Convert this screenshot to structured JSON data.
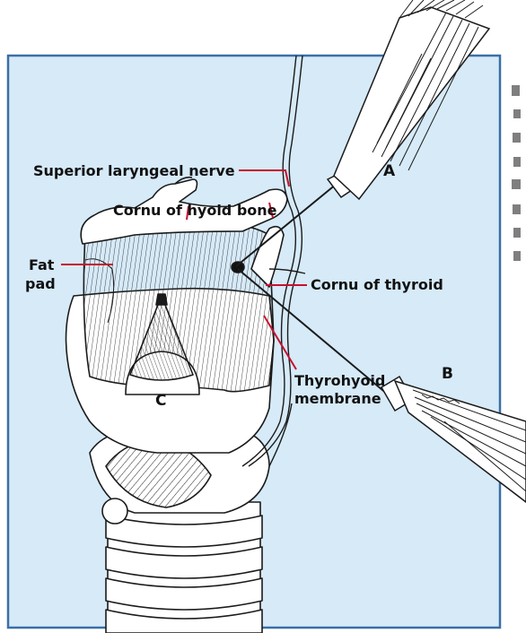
{
  "labels": {
    "superior_laryngeal_nerve": "Superior laryngeal nerve",
    "cornu_hyoid_bone": "Cornu of hyoid bone",
    "fat_pad_line1": "Fat",
    "fat_pad_line2": "pad",
    "cornu_thyroid": "Cornu of thyroid",
    "thyrohyoid_line1": "Thyrohyoid",
    "thyrohyoid_line2": "membrane",
    "needle_a": "A",
    "needle_b": "B",
    "approach_c": "C"
  },
  "colors": {
    "panel_fill": "#d6eaf8",
    "panel_border": "#3a6fa6",
    "leader_line": "#c8102e",
    "drawing_ink": "#1b1b1b"
  },
  "icons": {
    "needle_a": "syringe-needle",
    "needle_b": "syringe-needle",
    "scope_c": "laryngoscope-cone"
  }
}
